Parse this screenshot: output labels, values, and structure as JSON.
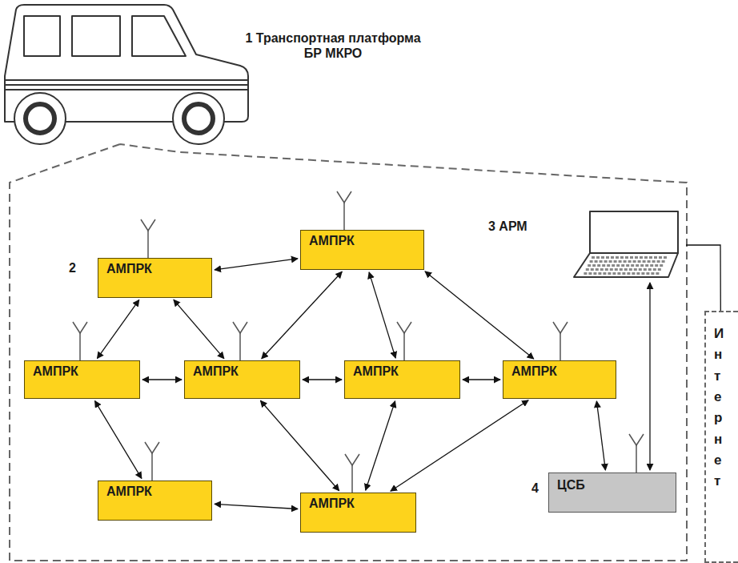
{
  "diagram": {
    "nodes": [
      {
        "text": [
          "АМПРК"
        ]
      },
      {
        "text": [
          "АМПРК"
        ]
      },
      {
        "text": [
          "3 АРМ"
        ]
      },
      {
        "text": [
          "АМПРК"
        ]
      },
      {
        "text": [
          "АМПРК"
        ]
      },
      {
        "text": [
          "АМПРК"
        ]
      },
      {
        "text": [
          "АМПРК"
        ]
      },
      {
        "text": [
          "Интернет"
        ]
      },
      {
        "text": [
          "АМПРК"
        ]
      },
      {
        "text": [
          "АМПРК"
        ]
      },
      {
        "text": [
          "ЦСБ"
        ]
      }
    ],
    "edges": [
      {
        "from": 0,
        "to": 1,
        "arrow": "both"
      },
      {
        "from": 0,
        "to": 3,
        "arrow": "both"
      },
      {
        "from": 0,
        "to": 4,
        "arrow": "both"
      },
      {
        "from": 1,
        "to": 4,
        "arrow": "both"
      },
      {
        "from": 1,
        "to": 5,
        "arrow": "both"
      },
      {
        "from": 1,
        "to": 6,
        "arrow": "both"
      },
      {
        "from": 3,
        "to": 4,
        "arrow": "both"
      },
      {
        "from": 4,
        "to": 5,
        "arrow": "both"
      },
      {
        "from": 5,
        "to": 6,
        "arrow": "both"
      },
      {
        "from": 3,
        "to": 8,
        "arrow": "both"
      },
      {
        "from": 4,
        "to": 9,
        "arrow": "both"
      },
      {
        "from": 5,
        "to": 9,
        "arrow": "both"
      },
      {
        "from": 6,
        "to": 9,
        "arrow": "both"
      },
      {
        "from": 8,
        "to": 9,
        "arrow": "both"
      },
      {
        "from": 6,
        "to": 10,
        "arrow": "both"
      },
      {
        "from": 2,
        "to": 10,
        "arrow": "both"
      },
      {
        "from": 2,
        "to": 7,
        "arrow": "none"
      }
    ],
    "labels": [
      "1 Транспортная платформа БР МКРО",
      "2",
      "4"
    ]
  }
}
